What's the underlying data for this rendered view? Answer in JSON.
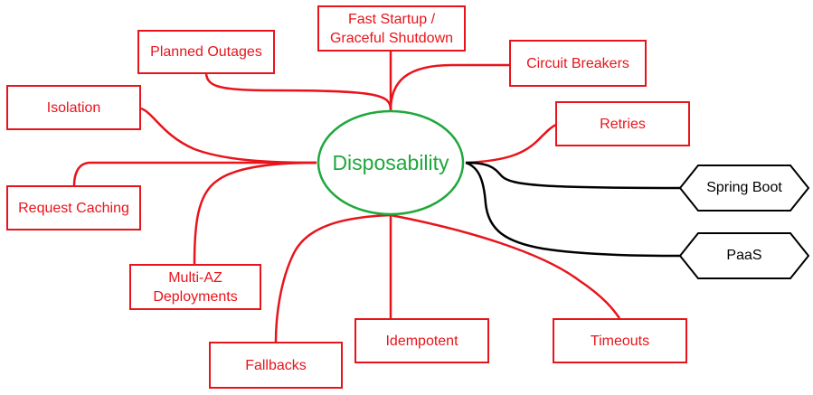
{
  "center": {
    "label": "Disposability"
  },
  "nodes": {
    "fast_startup": "Fast Startup /\nGraceful Shutdown",
    "planned_outages": "Planned Outages",
    "circuit_breakers": "Circuit Breakers",
    "isolation": "Isolation",
    "retries": "Retries",
    "request_caching": "Request Caching",
    "multi_az": "Multi-AZ\nDeployments",
    "fallbacks": "Fallbacks",
    "idempotent": "Idempotent",
    "timeouts": "Timeouts"
  },
  "platforms": {
    "spring_boot": "Spring Boot",
    "paas": "PaaS"
  },
  "colors": {
    "accent": "#e8141b",
    "center_text": "#1fa83c",
    "platform_line": "#000000"
  }
}
